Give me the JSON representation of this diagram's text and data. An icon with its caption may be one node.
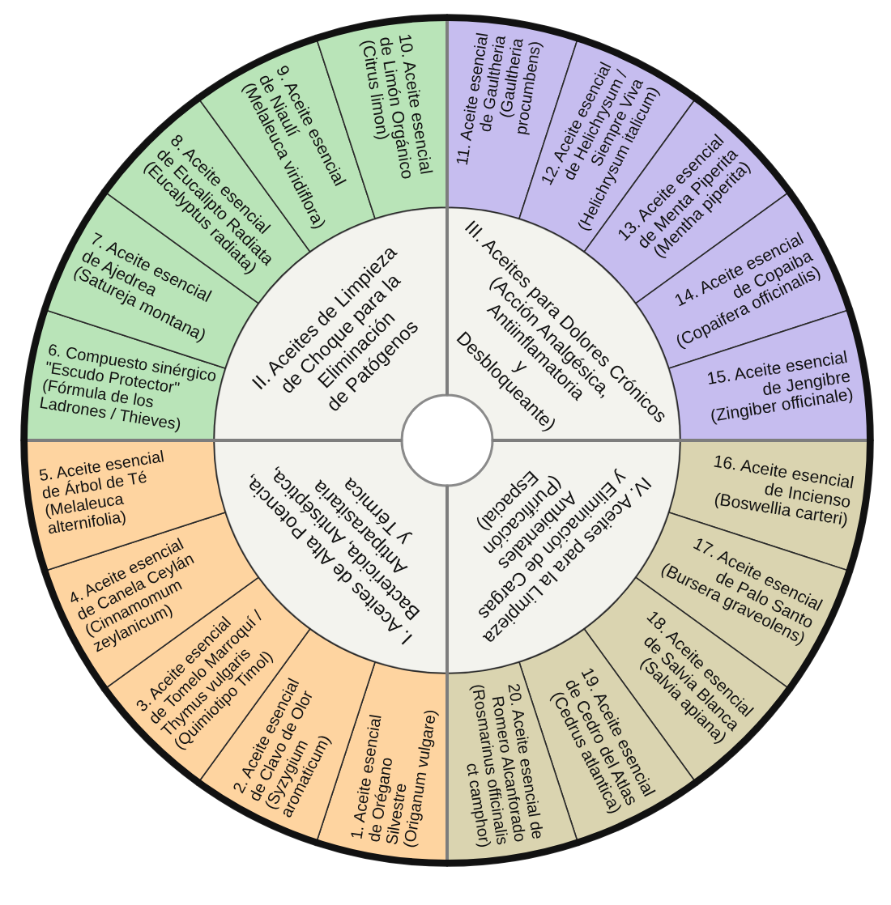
{
  "diagram": {
    "nodes": [
      {
        "text": [
          "I. Aceites de Alta Potencia, Bactericida, Antiséptica, Antiparasitaria y Térmica"
        ]
      },
      {
        "text": [
          "II. Aceites de Limpieza de Choque para la Eliminación de Patógenos"
        ]
      },
      {
        "text": [
          "III. Aceites para Dolores Crónicos (Acción Analgésica, Antiinflamatoria y Desbloqueante)"
        ]
      },
      {
        "text": [
          "IV. Aceites para la Limpieza y Eliminación de Cargas Ambientales (Purificación Espacial)"
        ]
      },
      {
        "text": [
          "1. Aceite esencial de Orégano Silvestre (Origanum vulgare)"
        ]
      },
      {
        "text": [
          "2. Aceite esencial de Clavo de Olor (Syzygium aromaticum)"
        ]
      },
      {
        "text": [
          "3. Aceite esencial de Tomelo Marroquí / Thymus vulgaris (Quimiotipo Timol)"
        ]
      },
      {
        "text": [
          "4. Aceite esencial de Canela Ceylán (Cinnamomum zeylanicum)"
        ]
      },
      {
        "text": [
          "5. Aceite esencial de Árbol de Té (Melaleuca alternifolia)"
        ]
      },
      {
        "text": [
          "6. Compuesto sinérgico \"Escudo Protector\" (Fórmula de los Ladrones / Thieves)"
        ]
      },
      {
        "text": [
          "7. Aceite esencial de Ajedrea (Satureja montana)"
        ]
      },
      {
        "text": [
          "8. Aceite esencial de Eucalipto Radiata (Eucalyptus radiata)"
        ]
      },
      {
        "text": [
          "9. Aceite esencial de Niaulí (Melaleuca viridiflora)"
        ]
      },
      {
        "text": [
          "10. Aceite esencial de Limón Orgánico (Citrus limon)"
        ]
      },
      {
        "text": [
          "11. Aceite esencial de Gaultheria (Gaultheria procumbens)"
        ]
      },
      {
        "text": [
          "12. Aceite esencial de Helichrysum / Siempre Viva (Helichrysum italicum)"
        ]
      },
      {
        "text": [
          "13. Aceite esencial de Menta Piperita (Mentha piperita)"
        ]
      },
      {
        "text": [
          "14. Aceite esencial de Copaiba (Copaifera officinalis)"
        ]
      },
      {
        "text": [
          "15. Aceite esencial de Jengibre (Zingiber officinale)"
        ]
      },
      {
        "text": [
          "16. Aceite esencial de Incienso (Boswellia carteri)"
        ]
      },
      {
        "text": [
          "17. Aceite esencial de Palo Santo (Bursera graveolens)"
        ]
      },
      {
        "text": [
          "18. Aceite esencial de Salvia Blanca (Salvia apiana)"
        ]
      },
      {
        "text": [
          "19. Aceite esencial de Cedro del Atlas (Cedrus atlantica)"
        ]
      },
      {
        "text": [
          "20. Aceite esencial de Romero Alcanforado (Rosmarinus officinalis ct camphor)"
        ]
      }
    ]
  }
}
